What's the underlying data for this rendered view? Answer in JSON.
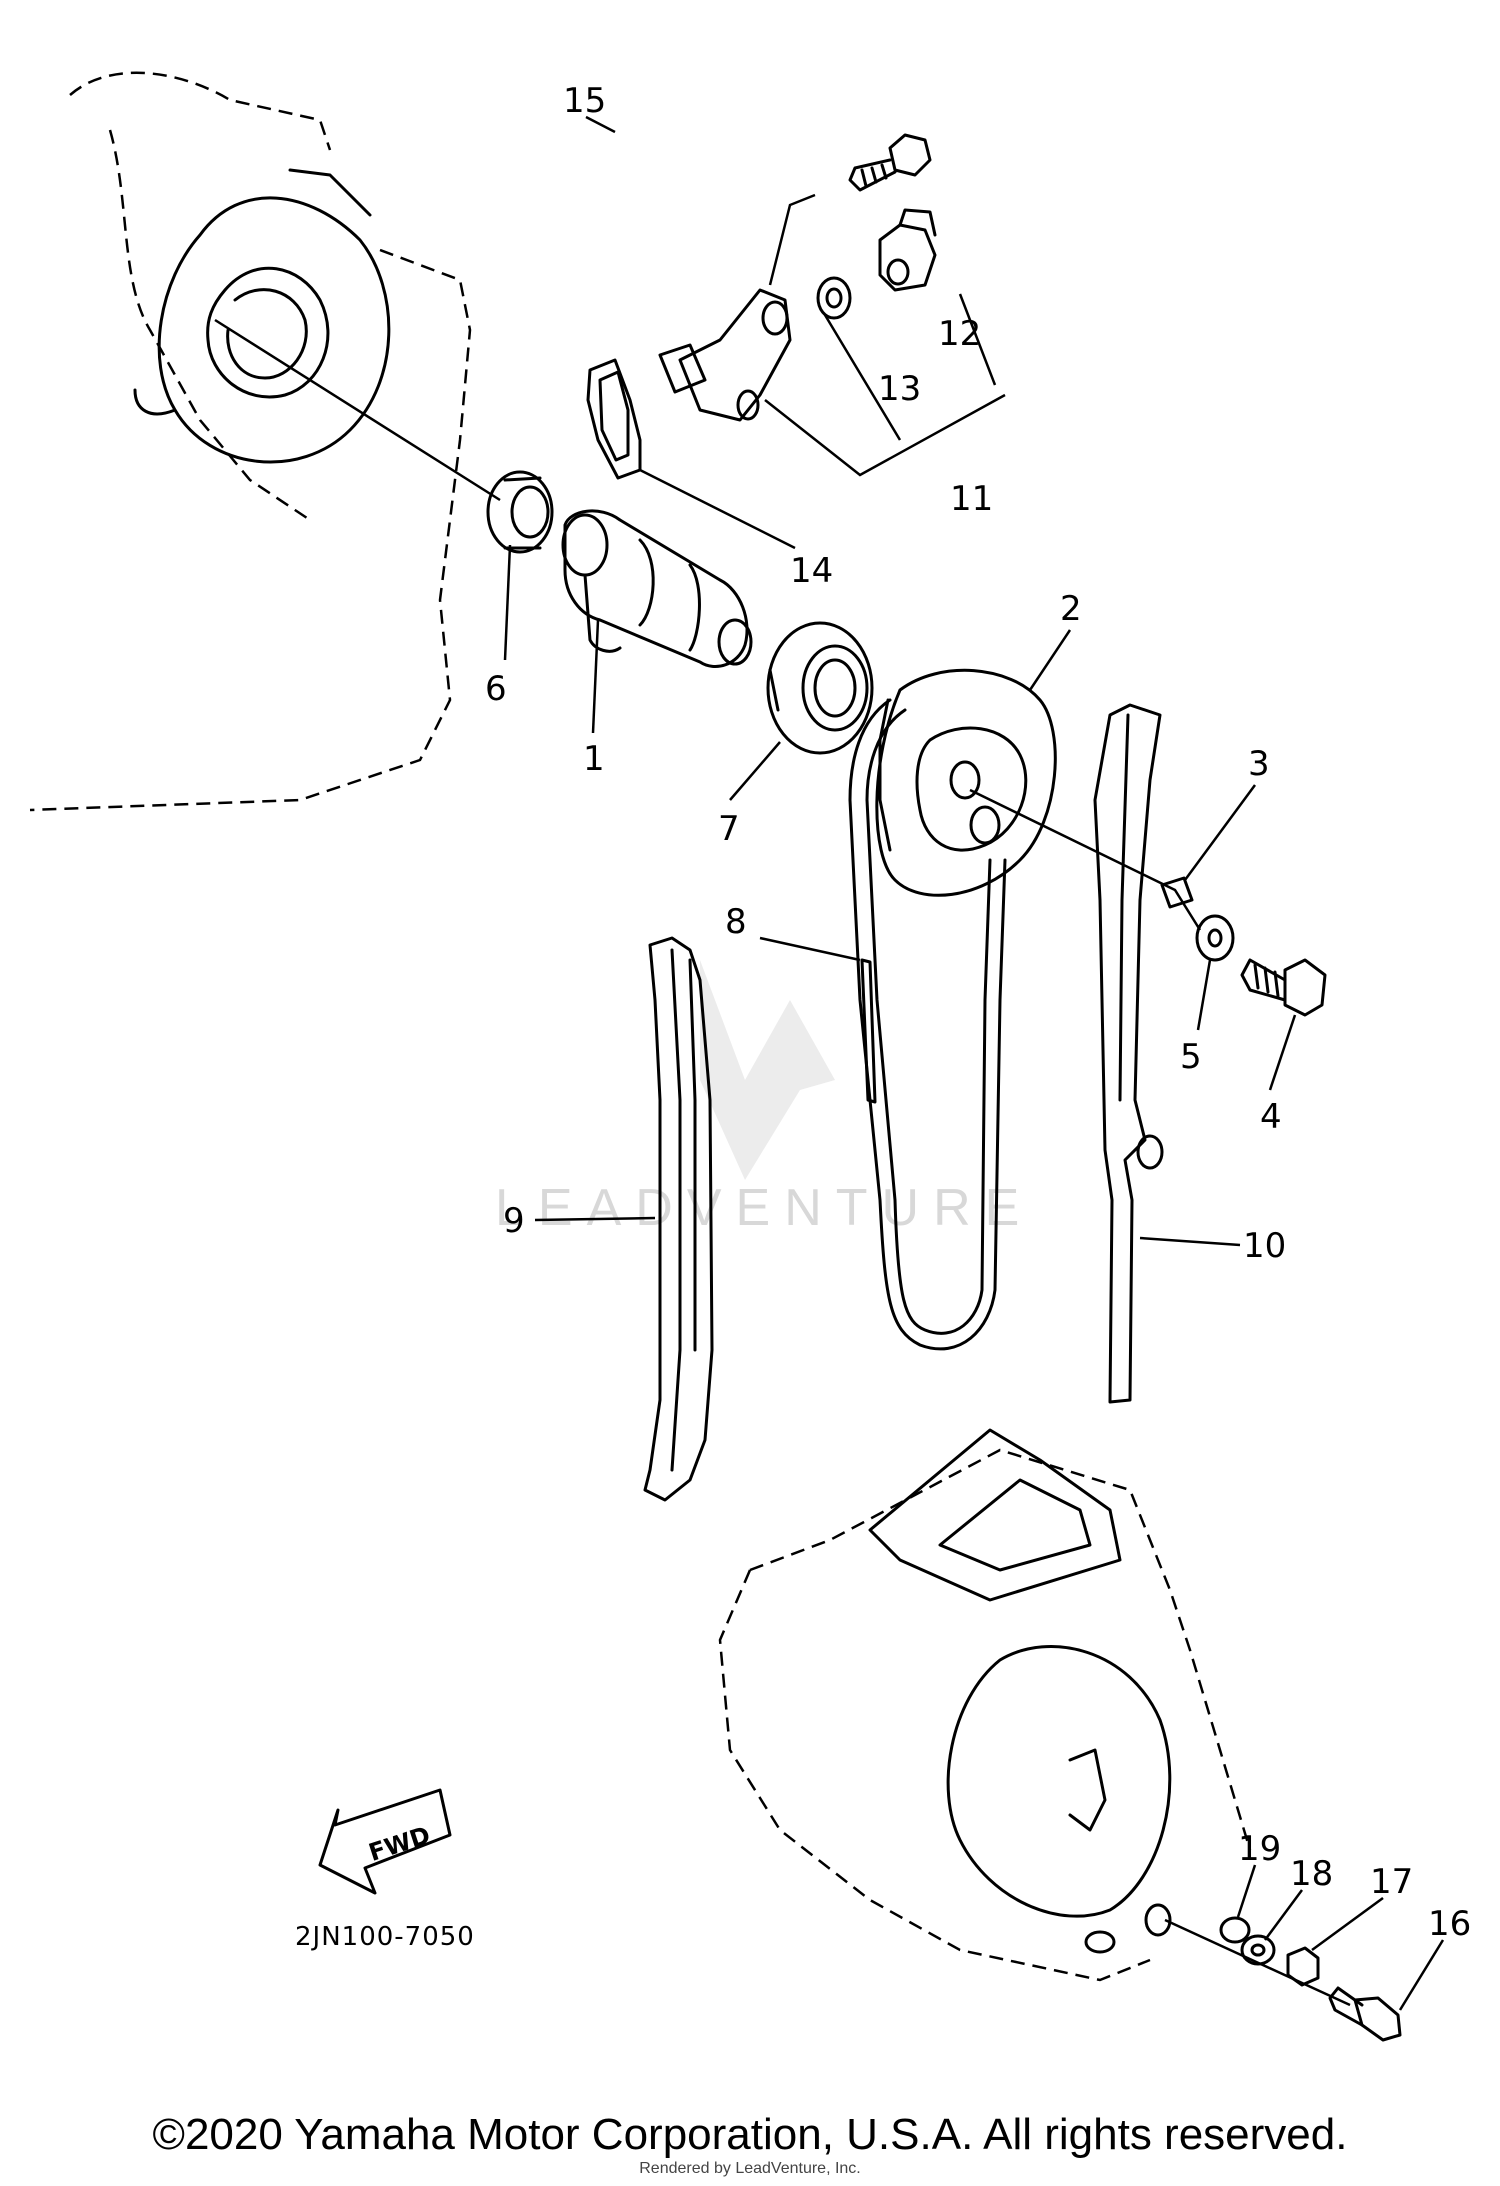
{
  "diagram": {
    "parts": [
      {
        "key": "p1",
        "label": "1"
      },
      {
        "key": "p2",
        "label": "2"
      },
      {
        "key": "p3",
        "label": "3"
      },
      {
        "key": "p4",
        "label": "4"
      },
      {
        "key": "p5",
        "label": "5"
      },
      {
        "key": "p6",
        "label": "6"
      },
      {
        "key": "p7",
        "label": "7"
      },
      {
        "key": "p8",
        "label": "8"
      },
      {
        "key": "p9",
        "label": "9"
      },
      {
        "key": "p10",
        "label": "10"
      },
      {
        "key": "p11",
        "label": "11"
      },
      {
        "key": "p12",
        "label": "12"
      },
      {
        "key": "p13",
        "label": "13"
      },
      {
        "key": "p14",
        "label": "14"
      },
      {
        "key": "p15",
        "label": "15"
      },
      {
        "key": "p16",
        "label": "16"
      },
      {
        "key": "p17",
        "label": "17"
      },
      {
        "key": "p18",
        "label": "18"
      },
      {
        "key": "p19",
        "label": "19"
      }
    ],
    "diagram_code": "2JN100-7050",
    "fwd_arrow_label": "FWD",
    "watermark": "LEADVENTURE"
  },
  "footer": {
    "copyright": "©2020 Yamaha Motor Corporation, U.S.A. All rights reserved.",
    "rendered_by": "Rendered by LeadVenture, Inc."
  }
}
